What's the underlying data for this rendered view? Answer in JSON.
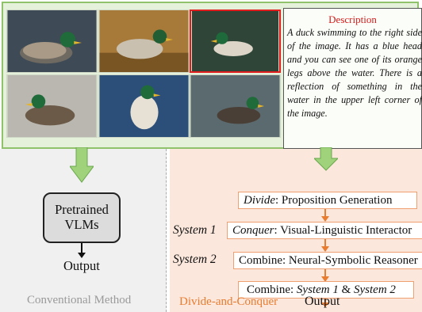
{
  "description": {
    "title": "Description",
    "text": "A duck swimming to the right side of the image. It has a blue head and you can see one of its orange legs above the water. There is a reflection of something in the water in the upper left corner of the image."
  },
  "left": {
    "model_label": "Pretrained VLMs",
    "output_label": "Output",
    "caption": "Conventional Method"
  },
  "right": {
    "step_divide_prefix": "Divide",
    "step_divide_rest": ": Proposition Generation",
    "system1_label": "System 1",
    "step_conquer_prefix": "Conquer",
    "step_conquer_rest": ": Visual-Linguistic Interactor",
    "system2_label": "System 2",
    "step_combine1": "Combine: Neural-Symbolic Reasoner",
    "step_combine2_prefix": "Combine: ",
    "step_combine2_sys1": "System 1",
    "step_combine2_amp": " & ",
    "step_combine2_sys2": "System 2",
    "output_label": "Output",
    "caption": "Divide-and-Conquer"
  },
  "colors": {
    "green_panel": "#e6f1dc",
    "green_border": "#8fc26a",
    "orange_accent": "#e87c2f",
    "highlight_red": "#e11d1d"
  }
}
